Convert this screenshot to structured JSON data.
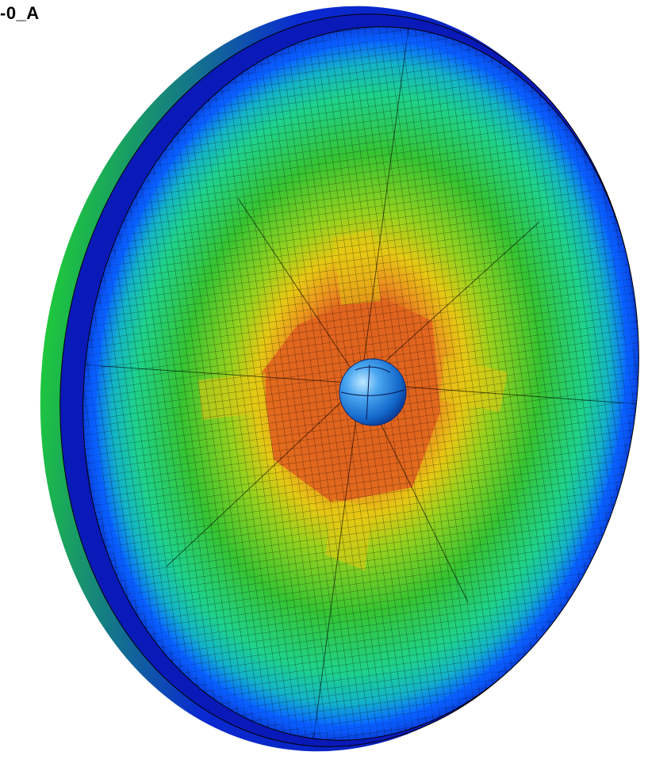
{
  "title": "-0_A",
  "view": {
    "background": "#ffffff",
    "mesh_line_color": "#000000",
    "color_scale": [
      "#0014b4",
      "#0a5aff",
      "#14b4c8",
      "#1ed28c",
      "#28c83c",
      "#96d21e",
      "#e6c814",
      "#f0961e",
      "#e1641e"
    ],
    "impactor": {
      "shape": "sphere",
      "colors": [
        "#64b4ff",
        "#1e82dc",
        "#0a50b4"
      ]
    },
    "plate": {
      "shape": "circular-disc",
      "rim_color": "#0a1ec8",
      "center_color": "#e1641e"
    }
  }
}
